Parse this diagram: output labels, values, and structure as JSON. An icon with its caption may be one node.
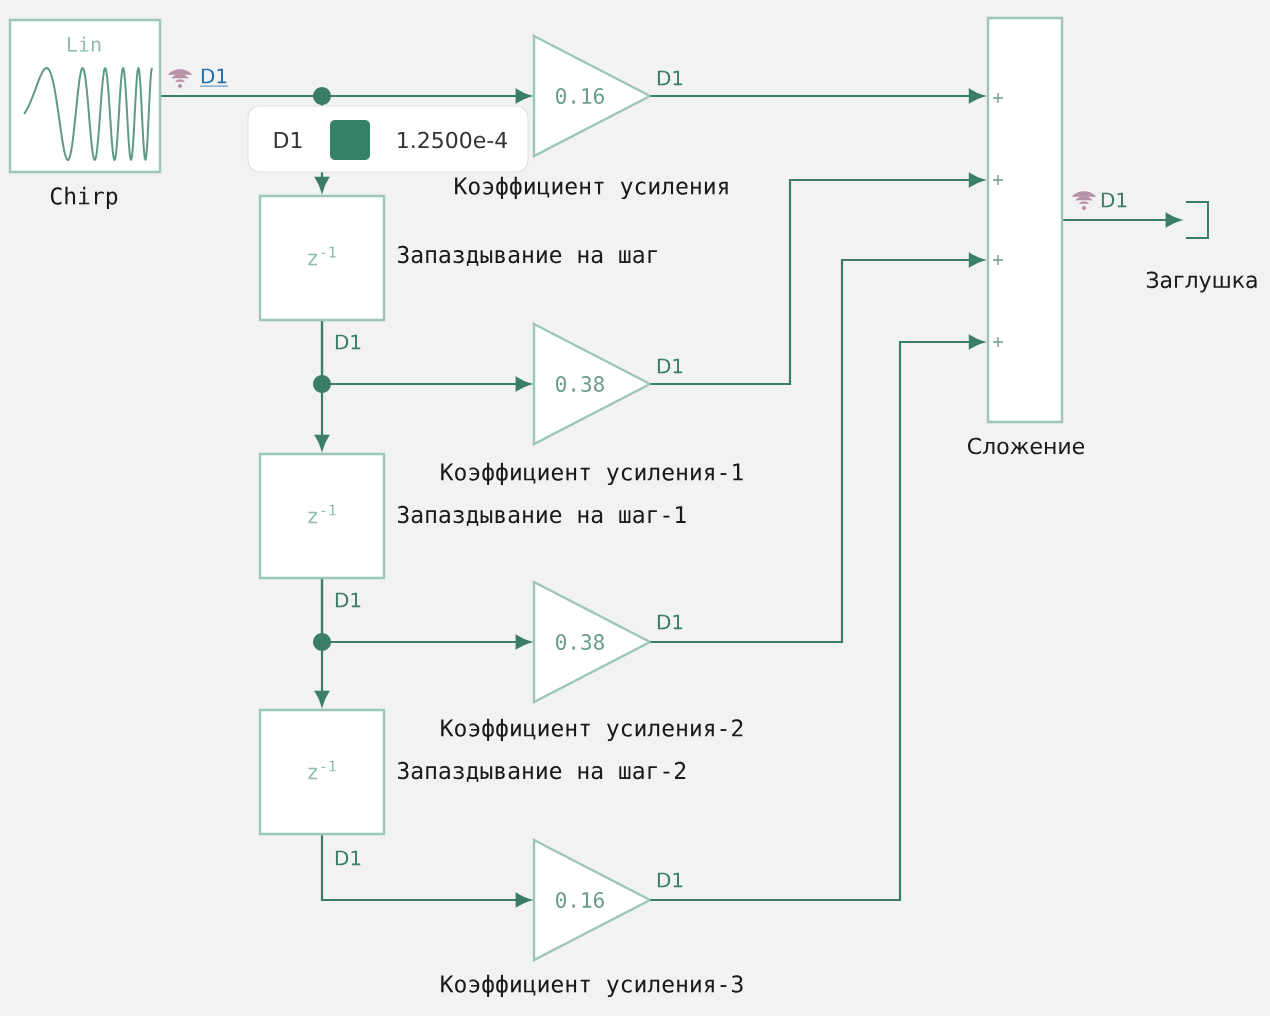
{
  "diagram": {
    "nodes": [
      {
        "text": [
          "Lin"
        ],
        "beside": [
          "Chirp"
        ]
      },
      {
        "text": [
          "0.16"
        ],
        "beside": [
          "Коэффициент усиления"
        ]
      },
      {
        "text": [
          "z$^{-1}$"
        ],
        "beside": [
          "Запаздывание на шаг"
        ]
      },
      {
        "text": [
          "0.38"
        ],
        "beside": [
          "Коэффициент усиления-1"
        ]
      },
      {
        "text": [
          "z$^{-1}$"
        ],
        "beside": [
          "Запаздывание на шаг-1"
        ]
      },
      {
        "text": [
          "0.38"
        ],
        "beside": [
          "Коэффициент усиления-2"
        ]
      },
      {
        "text": [
          "z$^{-1}$"
        ],
        "beside": [
          "Запаздывание на шаг-2"
        ]
      },
      {
        "text": [
          "0.16"
        ],
        "beside": [
          "Коэффициент усиления-3"
        ]
      },
      {
        "text": [
          "+",
          "+",
          "+",
          "+"
        ],
        "beside": [
          "Сложение"
        ]
      },
      {
        "text": [],
        "shape": "bracket",
        "beside": [
          "Заглушка"
        ]
      }
    ],
    "edges": [
      {
        "from": 0,
        "to": 1,
        "arrow": "to",
        "label": "D1"
      },
      {
        "from": 0,
        "to": 2,
        "arrow": "to"
      },
      {
        "from": 1,
        "to": 8,
        "arrow": "to",
        "label": "D1"
      },
      {
        "from": 2,
        "to": 3,
        "arrow": "to",
        "label": "D1"
      },
      {
        "from": 2,
        "to": 4,
        "arrow": "to"
      },
      {
        "from": 3,
        "to": 8,
        "arrow": "to",
        "label": "D1"
      },
      {
        "from": 4,
        "to": 5,
        "arrow": "to",
        "label": "D1"
      },
      {
        "from": 4,
        "to": 6,
        "arrow": "to"
      },
      {
        "from": 5,
        "to": 8,
        "arrow": "to",
        "label": "D1"
      },
      {
        "from": 6,
        "to": 7,
        "arrow": "to",
        "label": "D1"
      },
      {
        "from": 7,
        "to": 8,
        "arrow": "to",
        "label": "D1"
      },
      {
        "from": 8,
        "to": 9,
        "arrow": "to",
        "label": "D1"
      }
    ],
    "labels": [
      "D1",
      "1.2500e-4"
    ]
  }
}
